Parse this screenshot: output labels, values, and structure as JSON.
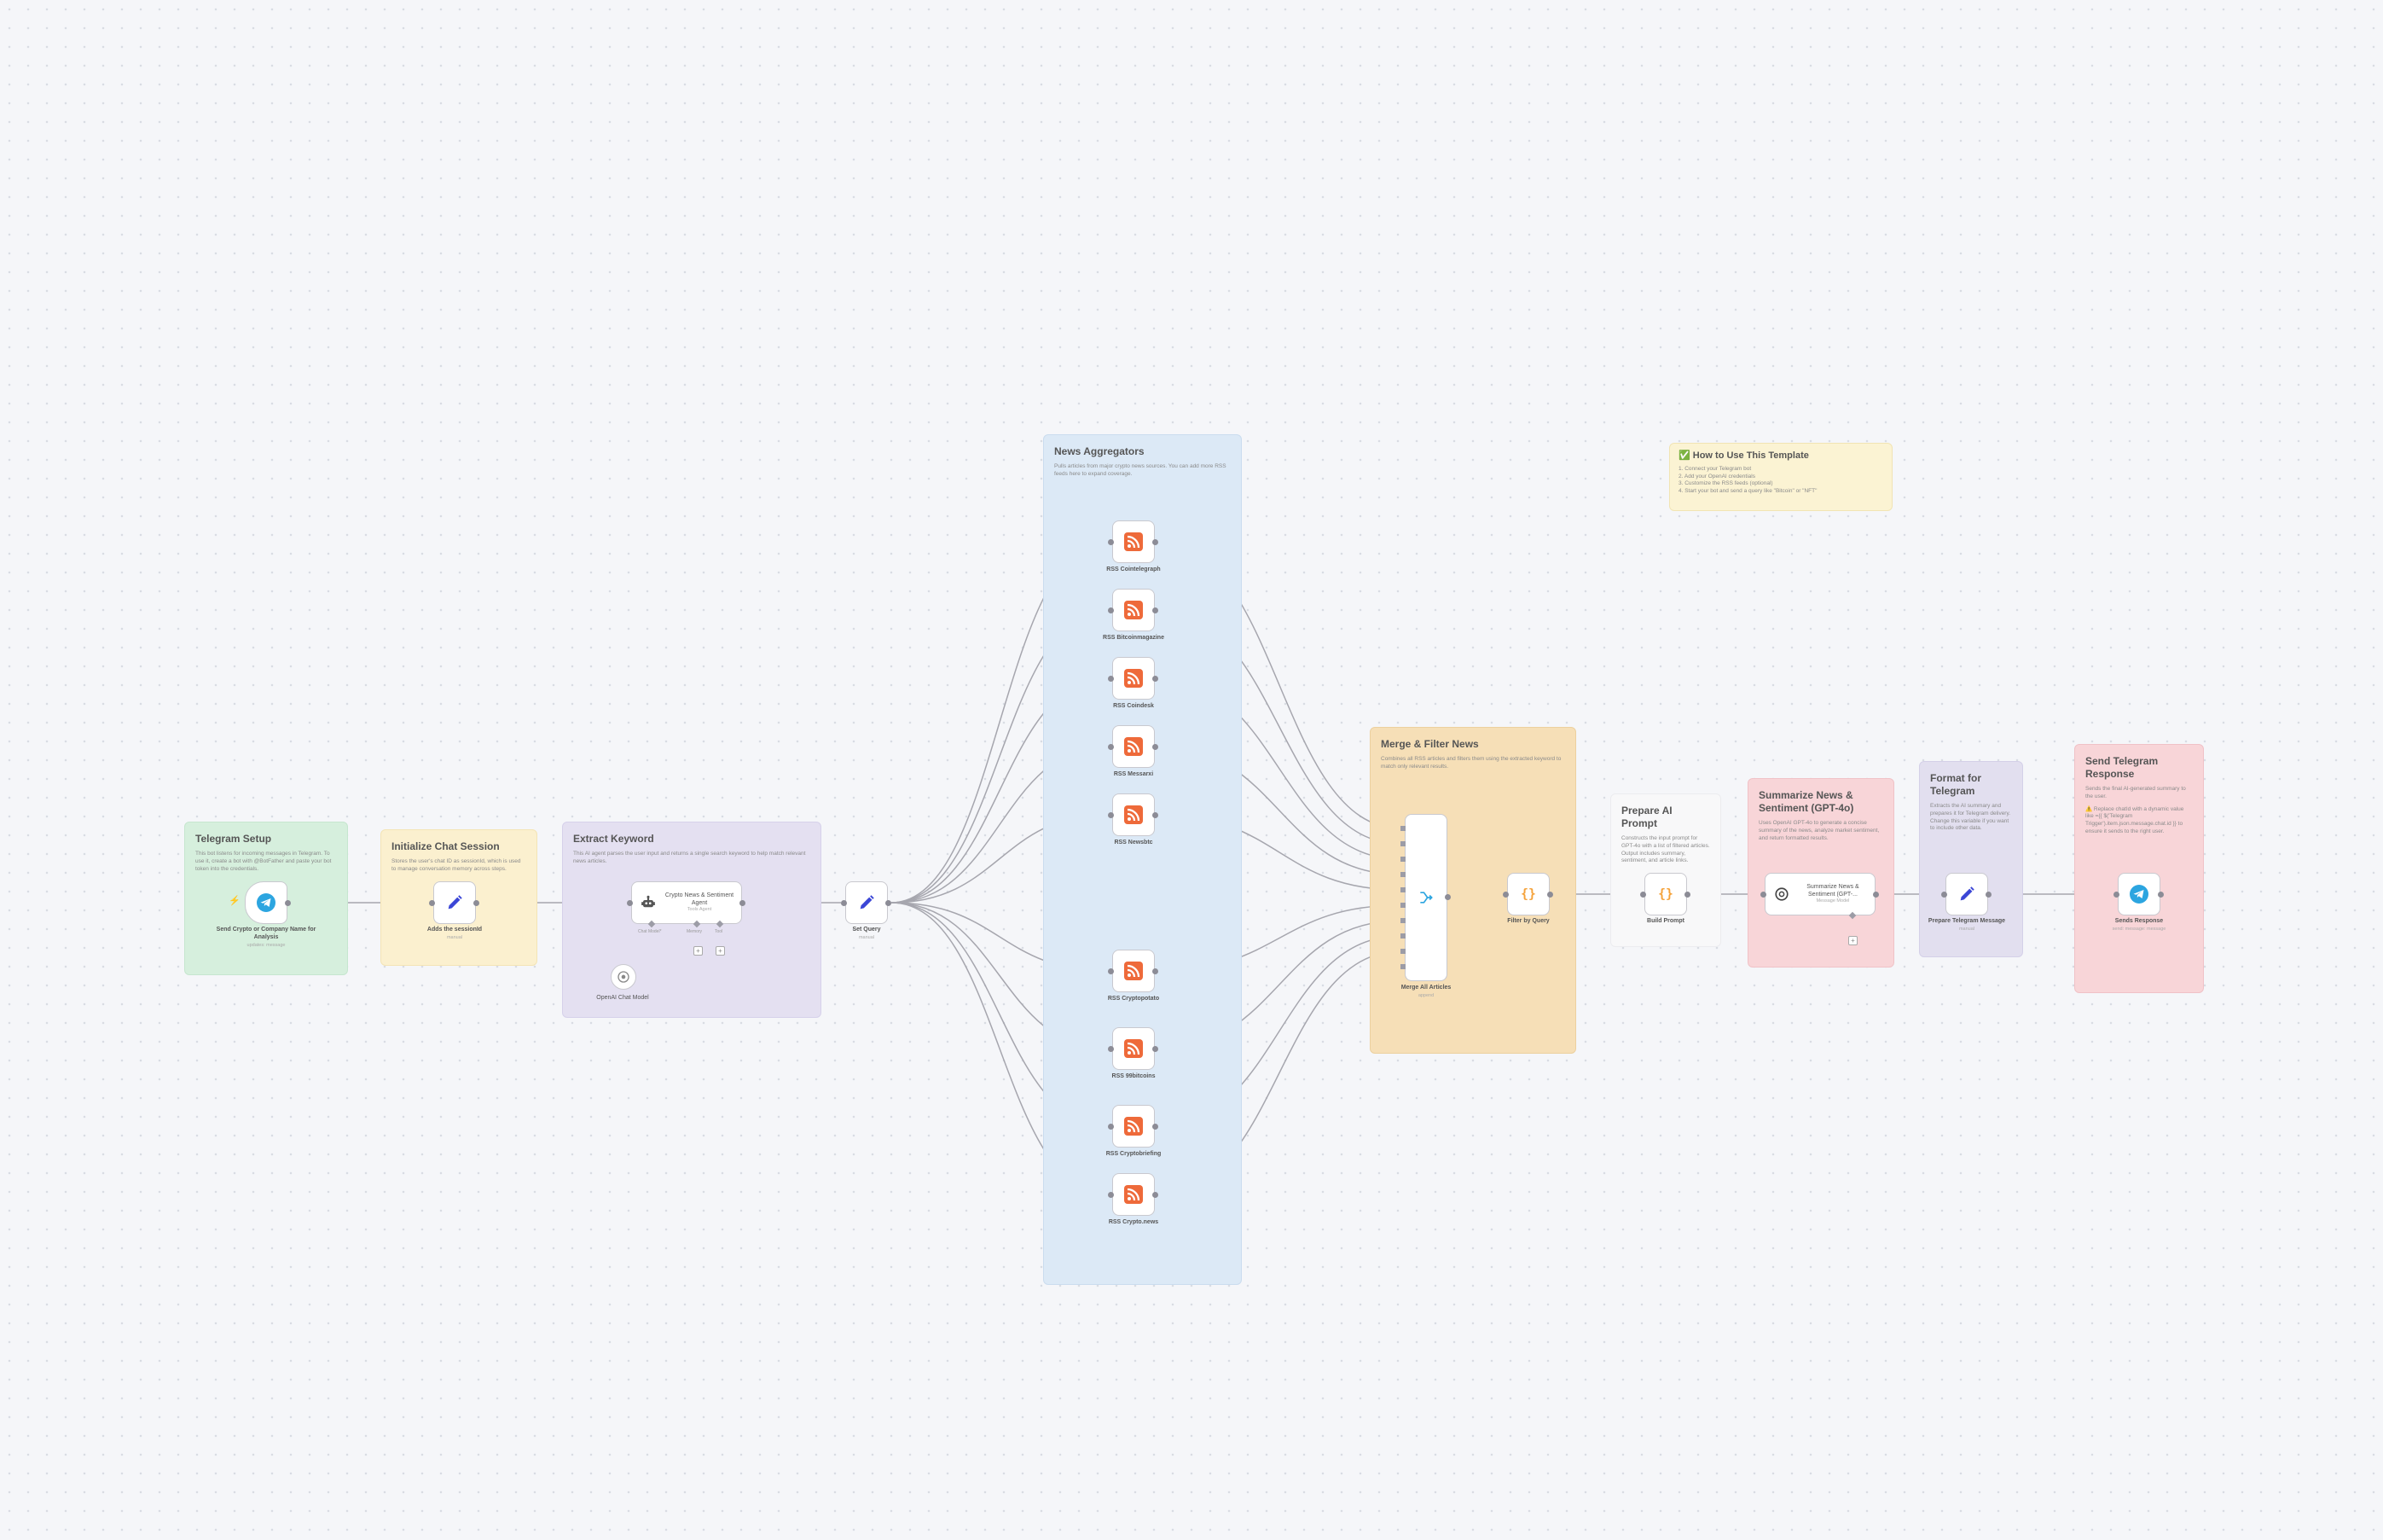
{
  "colors": {
    "rss": "#ee6a3a",
    "telegram": "#2ca5e0",
    "pencil": "#3b46d6",
    "code": "#f5a23a",
    "wire": "#a6a6ae",
    "port": "#8c8c96"
  },
  "stickies": {
    "telegram_setup": {
      "title": "Telegram Setup",
      "text": "This bot listens for incoming messages in Telegram. To use it, create a bot with @BotFather and paste your bot token into the credentials."
    },
    "init_chat": {
      "title": "Initialize Chat Session",
      "text": "Stores the user's chat ID as sessionId, which is used to manage conversation memory across steps."
    },
    "extract_keyword": {
      "title": "Extract Keyword",
      "text": "This AI agent parses the user input and returns a single search keyword to help match relevant news articles."
    },
    "news_aggregators": {
      "title": "News Aggregators",
      "text": "Pulls articles from major crypto news sources. You can add more RSS feeds here to expand coverage."
    },
    "merge_filter": {
      "title": "Merge & Filter News",
      "text": "Combines all RSS articles and filters them using the extracted keyword to match only relevant results."
    },
    "prepare_prompt": {
      "title": "Prepare AI Prompt",
      "text": "Constructs the input prompt for GPT-4o with a list of filtered articles. Output includes summary, sentiment, and article links."
    },
    "summarize": {
      "title": "Summarize News & Sentiment (GPT-4o)",
      "text": "Uses OpenAI GPT-4o to generate a concise summary of the news, analyze market sentiment, and return formatted results."
    },
    "format_telegram": {
      "title": "Format for Telegram",
      "text": "Extracts the AI summary and prepares it for Telegram delivery. Change this variable if you want to include other data."
    },
    "send_response": {
      "title": "Send Telegram Response",
      "text": "Sends the final AI-generated summary to the user.",
      "extra": "⚠️ Replace chatId with a dynamic value like ={{ $('Telegram Trigger').item.json.message.chat.id }} to ensure it sends to the right user."
    },
    "how_to": {
      "title": "✅ How to Use This Template",
      "steps": [
        "1. Connect your Telegram bot",
        "2. Add your OpenAI credentials",
        "3. Customize the RSS feeds (optional)",
        "4. Start your bot and send a query like \"Bitcoin\" or \"NFT\""
      ]
    }
  },
  "nodes": {
    "trigger": {
      "label": "Send Crypto or Company Name for Analysis",
      "sub": "updates: message",
      "icon": "telegram-icon"
    },
    "adds_session": {
      "label": "Adds the sessionId",
      "sub": "manual",
      "icon": "pencil-icon"
    },
    "agent": {
      "title": "Crypto News & Sentiment Agent",
      "sub": "Tools Agent",
      "icon": "robot-icon",
      "port_model": "Chat Model*",
      "port_memory": "Memory",
      "port_tool": "Tool"
    },
    "openai_model": {
      "label": "OpenAI Chat Model",
      "icon": "openai-icon"
    },
    "set_query": {
      "label": "Set Query",
      "sub": "manual",
      "icon": "pencil-icon"
    },
    "rss": [
      {
        "label": "RSS Cointelegraph"
      },
      {
        "label": "RSS Bitcoinmagazine"
      },
      {
        "label": "RSS Coindesk"
      },
      {
        "label": "RSS Messarxi"
      },
      {
        "label": "RSS Newsbtc"
      },
      {
        "label": "RSS Cryptopotato"
      },
      {
        "label": "RSS 99bitcoins"
      },
      {
        "label": "RSS Cryptobriefing"
      },
      {
        "label": "RSS Crypto.news"
      }
    ],
    "merge": {
      "label": "Merge All Articles",
      "sub": "append",
      "icon": "merge-icon"
    },
    "filter": {
      "label": "Filter by Query",
      "icon": "code-icon"
    },
    "build_prompt": {
      "label": "Build Prompt",
      "icon": "code-icon"
    },
    "summarize": {
      "title": "Summarize News & Sentiment (GPT-...",
      "sub": "Message Model",
      "icon": "openai-icon"
    },
    "prepare_msg": {
      "label": "Prepare Telegram Message",
      "sub": "manual",
      "icon": "pencil-icon"
    },
    "send": {
      "label": "Sends Response",
      "sub": "send: message: message",
      "icon": "telegram-icon"
    }
  }
}
